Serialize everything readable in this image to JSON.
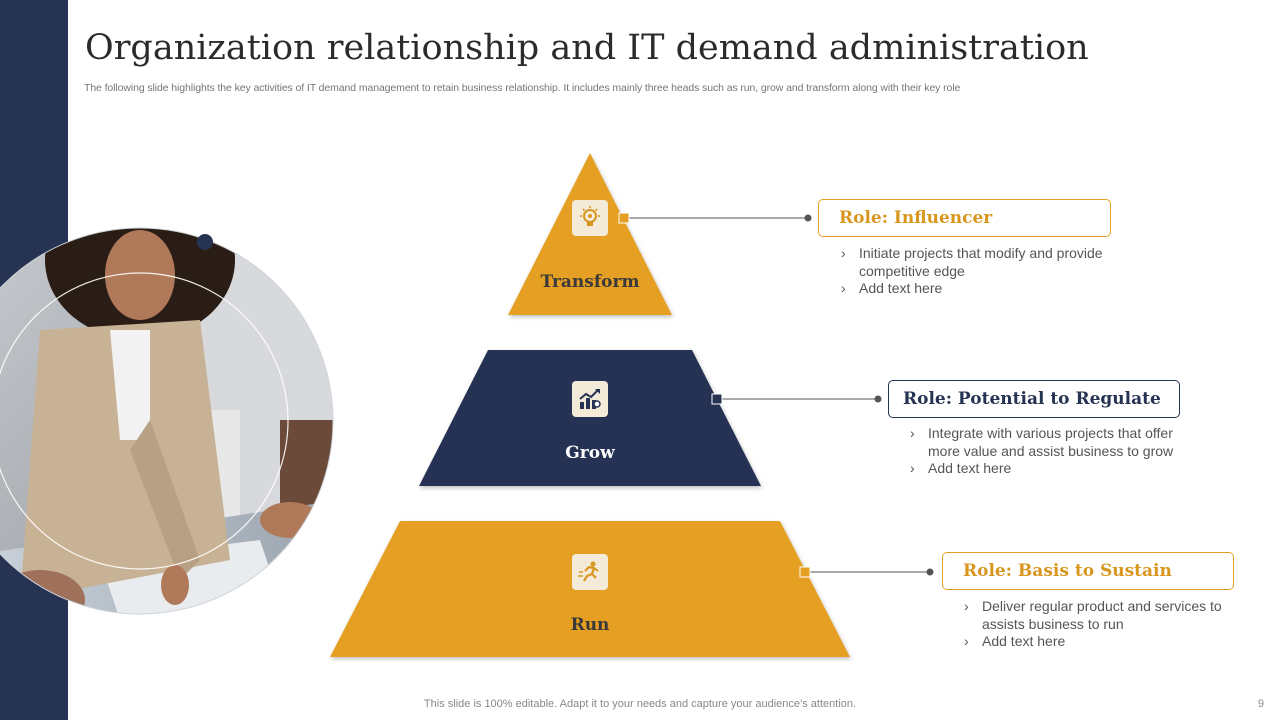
{
  "slide": {
    "title": "Organization relationship and IT demand administration",
    "subtitle": "The following slide highlights the key activities of IT demand management to retain business relationship. It includes mainly three heads such as run, grow and transform along with their key role",
    "footer": "This slide is 100% editable. Adapt it to your needs and capture your audience’s attention.",
    "page_number": "9"
  },
  "colors": {
    "navy": "#263352",
    "gold": "#E59F22",
    "gold_text": "#D9961E",
    "label_dark": "#3a3a3a"
  },
  "tiers": [
    {
      "label": "Transform",
      "icon": "lightbulb-gear-icon",
      "role": "Role: Influencer",
      "bullets": [
        "Initiate projects that modify and provide competitive edge",
        "Add text here"
      ]
    },
    {
      "label": "Grow",
      "icon": "growth-chart-icon",
      "role": "Role: Potential to Regulate",
      "bullets": [
        "Integrate with various projects that offer more value and assist business to grow",
        "Add text here"
      ]
    },
    {
      "label": "Run",
      "icon": "running-person-icon",
      "role": "Role: Basis to Sustain",
      "bullets": [
        "Deliver regular product and services to assists business to run",
        "Add text here"
      ]
    }
  ]
}
